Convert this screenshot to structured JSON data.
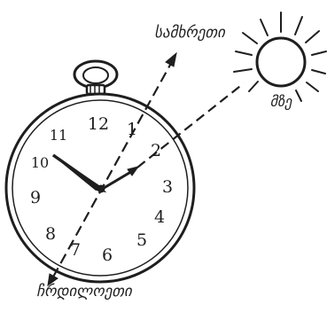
{
  "labels": {
    "south": "სამხრეთი",
    "sun": "მზე",
    "north": "ჩრდილოეთი"
  },
  "dial": {
    "numerals": [
      "12",
      "1",
      "2",
      "3",
      "4",
      "5",
      "6",
      "7",
      "8",
      "9",
      "10",
      "11"
    ]
  },
  "clock_time": "10:10",
  "colors": {
    "ink": "#1e1e1e",
    "background": "#ffffff"
  },
  "icons": [
    "pocket-watch-icon",
    "sun-icon"
  ]
}
